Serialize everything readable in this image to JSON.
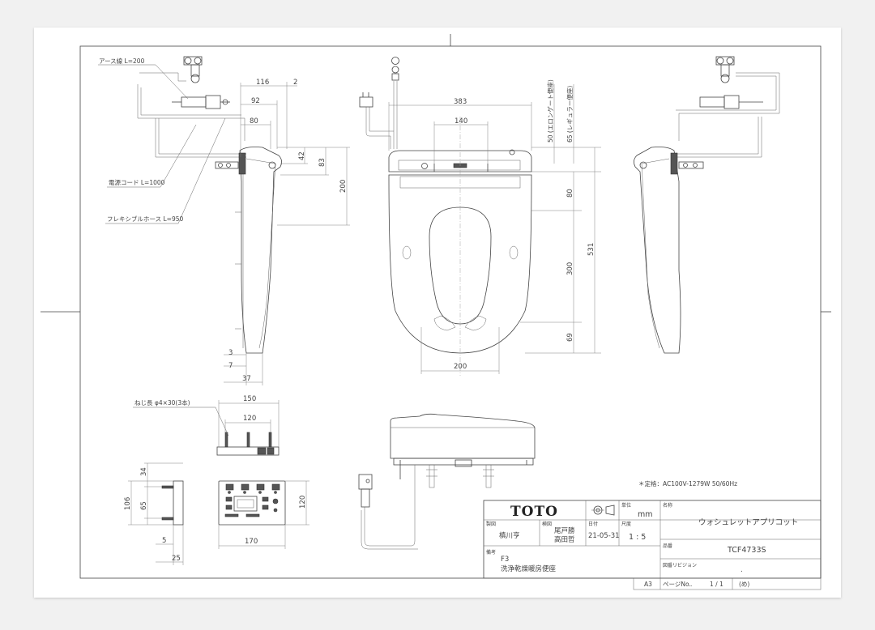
{
  "dimensions": {
    "side_top": [
      "116",
      "2",
      "92",
      "80"
    ],
    "side_right": [
      "42",
      "83",
      "200"
    ],
    "side_bottom": [
      "3",
      "7",
      "37"
    ],
    "front_top": [
      "383",
      "140"
    ],
    "front_notes": [
      "50 (エロンゲート便座)",
      "65 (レギュラー便座)"
    ],
    "front_right": [
      "80",
      "300",
      "69",
      "531"
    ],
    "front_bottom": "200",
    "plate": [
      "150",
      "120"
    ],
    "remote_side": [
      "34",
      "65",
      "106",
      "5",
      "25"
    ],
    "remote_front": [
      "120",
      "170"
    ]
  },
  "callouts": {
    "earth_wire": "アース線 L=200",
    "power_cord": "電源コード L=1000",
    "flex_hose": "フレキシブルホース L=950",
    "screw": "ねじ長 φ4×30(3本)"
  },
  "rating_note": "＊定格：AC100V-1279W 50/60Hz",
  "title_block": {
    "logo": "TOTO",
    "unit_label": "単位",
    "unit": "mm",
    "name_label": "名称",
    "name": "ウォシュレットアプリコット",
    "design_label": "製図",
    "designer": "槙川亨",
    "check_label": "検図",
    "checker1": "尾戸勝",
    "checker2": "高田哲",
    "date_label": "日付",
    "date": "21-05-31",
    "scale_label": "尺度",
    "scale": "1 : 5",
    "model_label": "品番",
    "model": "TCF4733S",
    "remarks_label": "備考",
    "remark1": "F3",
    "remark2": "洗浄乾燥暖房便座",
    "revision_label": "図番リビジョン",
    "revision": ".",
    "paper": "A3",
    "page_label": "ページNo.",
    "page_dot": ".",
    "page": "1 / 1",
    "page_end": "(め)"
  }
}
